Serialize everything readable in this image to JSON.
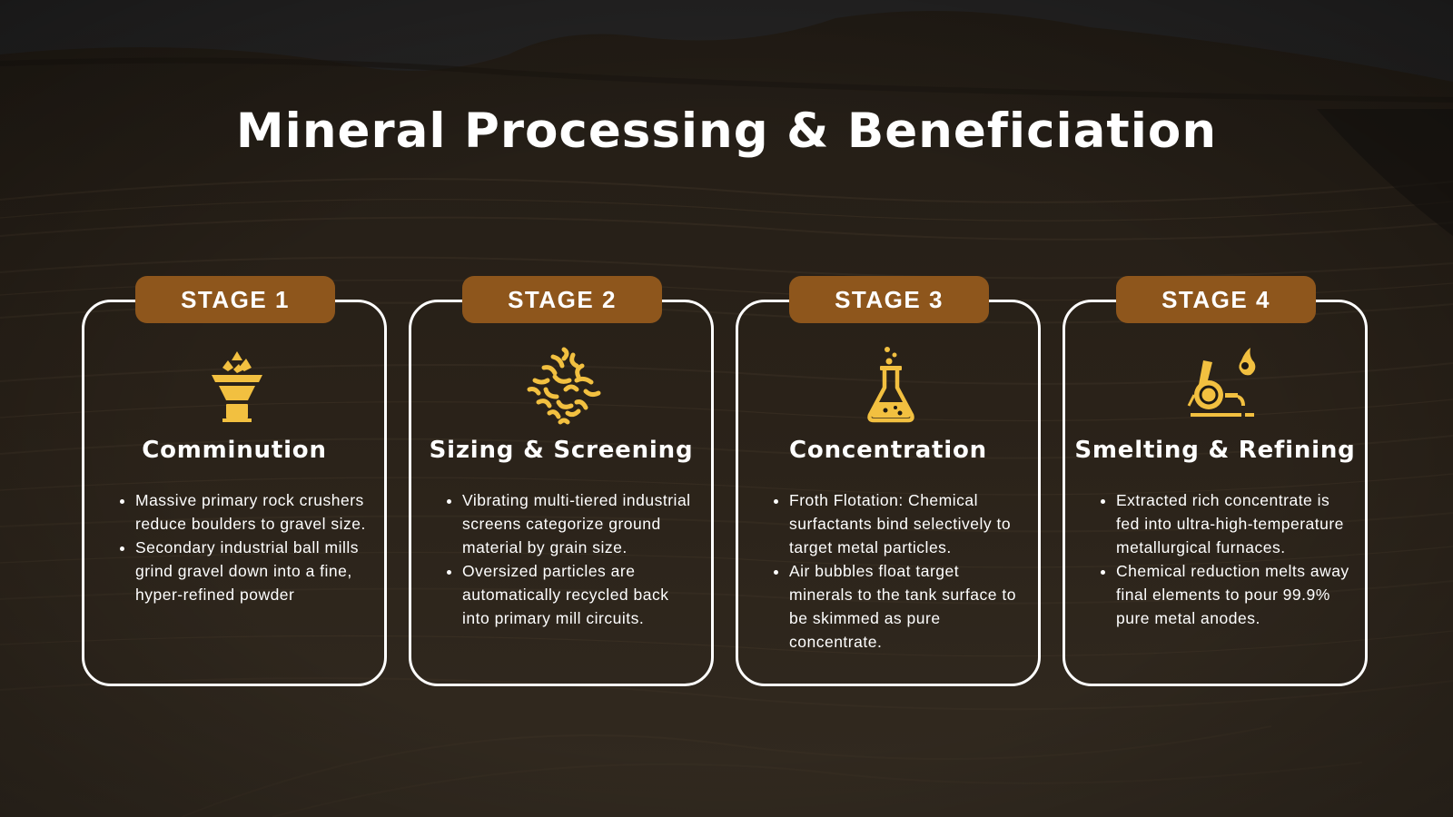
{
  "page": {
    "title": "Mineral Processing & Beneficiation"
  },
  "colors": {
    "background": "#1d1913",
    "badge": "#8e561c",
    "icon": "#f2c040",
    "text": "#ffffff",
    "card_border": "#ffffff"
  },
  "stages": [
    {
      "badge": "STAGE 1",
      "icon": "crusher-icon",
      "title": "Comminution",
      "bullets": [
        "Massive primary rock crushers reduce boulders to gravel size.",
        "Secondary industrial ball mills grind gravel down into a fine, hyper-refined powder"
      ]
    },
    {
      "badge": "STAGE 2",
      "icon": "granules-icon",
      "title": "Sizing & Screening",
      "bullets": [
        "Vibrating multi-tiered industrial screens categorize ground material by grain size.",
        "Oversized particles are automatically recycled back into primary mill circuits."
      ]
    },
    {
      "badge": "STAGE 3",
      "icon": "flask-icon",
      "title": "Concentration",
      "bullets": [
        "Froth Flotation: Chemical surfactants bind selectively to target metal particles.",
        "Air bubbles float target minerals to the tank surface to be skimmed as pure concentrate."
      ]
    },
    {
      "badge": "STAGE 4",
      "icon": "furnace-ladle-icon",
      "title": "Smelting & Refining",
      "bullets": [
        "Extracted rich concentrate is fed into ultra-high-temperature metallurgical furnaces.",
        "Chemical reduction melts away final elements to pour 99.9% pure metal anodes."
      ]
    }
  ]
}
